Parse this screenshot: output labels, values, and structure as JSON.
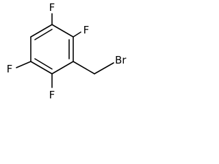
{
  "molecule": {
    "atoms": {
      "f_top": "F",
      "f_upper_right": "F",
      "f_left": "F",
      "f_bottom": "F",
      "br": "Br"
    },
    "colors": {
      "bond": "#000000",
      "label": "#000000",
      "background": "#ffffff"
    }
  }
}
